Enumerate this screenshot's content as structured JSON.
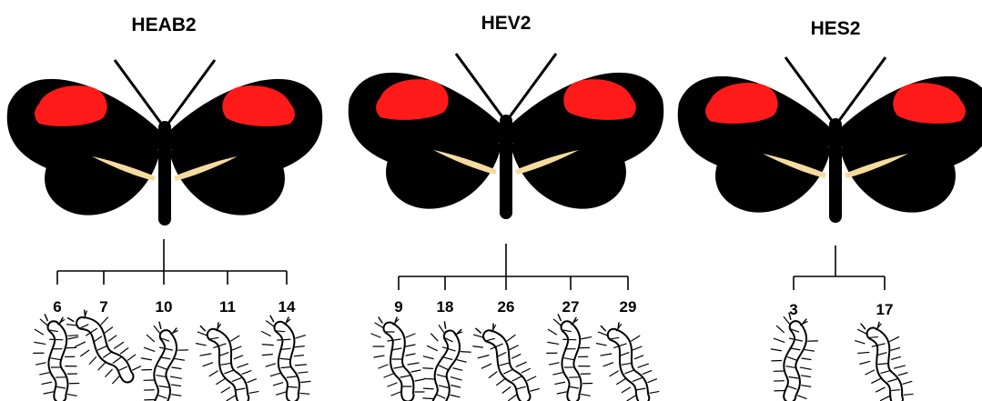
{
  "groups": [
    {
      "title": "HEAB2",
      "labels": [
        "6",
        "7",
        "10",
        "11",
        "14"
      ]
    },
    {
      "title": "HEV2",
      "labels": [
        "9",
        "18",
        "26",
        "27",
        "29"
      ]
    },
    {
      "title": "HES2",
      "labels": [
        "3",
        "17"
      ]
    }
  ],
  "colors": {
    "wing": "#000000",
    "forewing_band": "#ff1a1a",
    "hindwing_bar": "#f6dba0",
    "line": "#000000"
  },
  "icons": {
    "butterfly": "butterfly-icon",
    "caterpillar": "caterpillar-icon"
  }
}
